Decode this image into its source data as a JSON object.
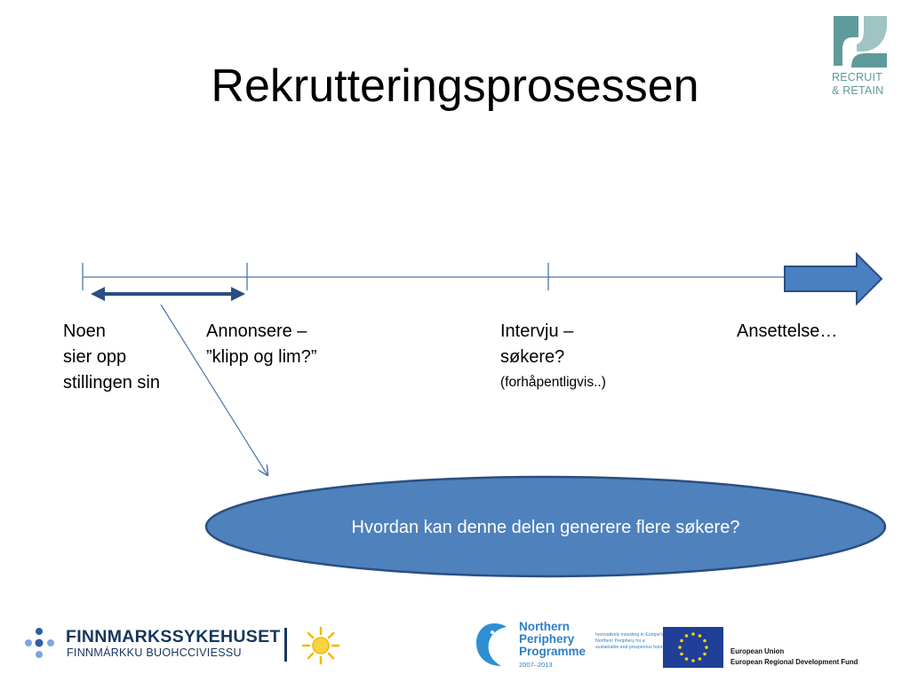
{
  "title": "Rekrutteringsprosessen",
  "logo_recruit_retain": {
    "line1": "RECRUIT",
    "line2": "& RETAIN",
    "color": "#5f9a9b"
  },
  "timeline": {
    "steps": [
      {
        "label": "Noen\nsier opp\nstillingen sin"
      },
      {
        "label": "Annonsere –\n”klipp og lim?”"
      },
      {
        "label": "Intervju –\nsøkere?",
        "note": "(forhåpentligvis..)"
      },
      {
        "label": "Ansettelse…"
      }
    ],
    "line_color": "#4a76a8",
    "arrow_fill": "#4a7fc1"
  },
  "callout": {
    "text": "Hvordan kan denne delen generere flere søkere?",
    "fill": "#4f81bd",
    "stroke": "#2a4f80"
  },
  "footer": {
    "finnmark": {
      "name": "FINNMARKSSYKEHUSET",
      "subtitle": "FINNMÁRKKU BUOHCCIVIESSU",
      "color": "#17365d"
    },
    "npp": {
      "name": "Northern\nPeriphery\nProgramme",
      "years": "2007–2013",
      "description": "Innovatively investing in Europe's Northern Periphery for a sustainable and prosperous future"
    },
    "eu": {
      "text": "European Union\nEuropean Regional Development Fund"
    }
  }
}
